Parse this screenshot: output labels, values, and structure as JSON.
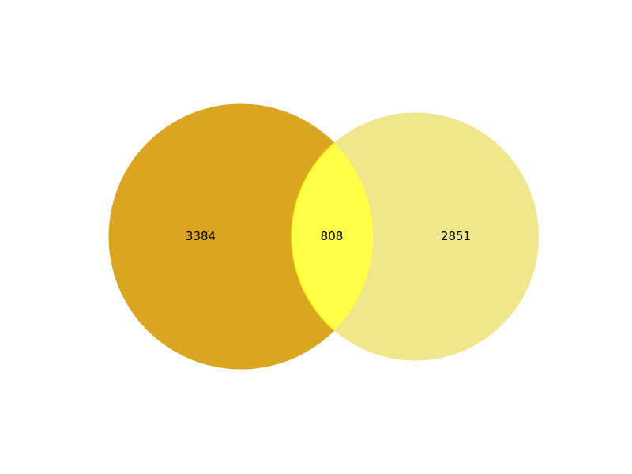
{
  "venn": {
    "only_a": "3384",
    "intersection": "808",
    "only_b": "2851"
  },
  "colors": {
    "set_a": "#DAA520",
    "set_b": "#F0E68C",
    "intersection": "#FFFF4A",
    "intersection_edge": "#F2EE00",
    "label": "#000000"
  }
}
